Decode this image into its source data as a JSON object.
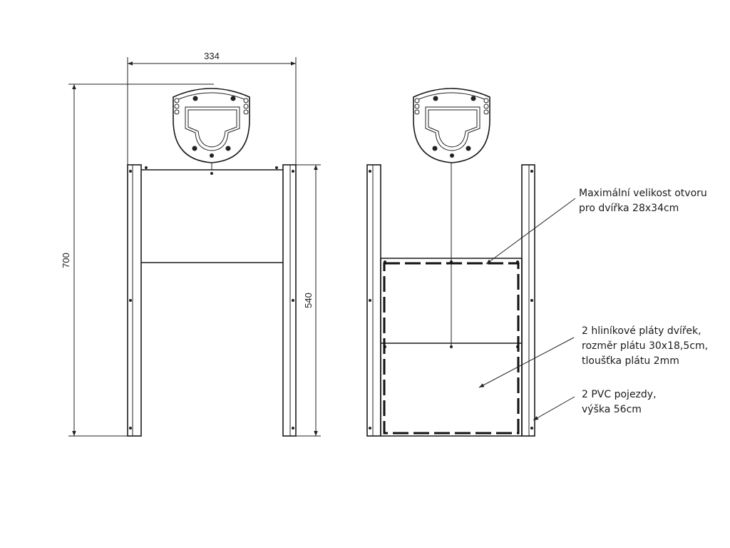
{
  "dimensions": {
    "width": "334",
    "height_total": "700",
    "height_rails": "540"
  },
  "annotations": {
    "opening": [
      "Maximální velikost otvoru",
      "pro dvířka 28x34cm"
    ],
    "plates": [
      "2 hliníkové pláty dvířek,",
      "rozměr plátu 30x18,5cm,",
      "tloušťka plátu 2mm"
    ],
    "rails": [
      "2 PVC pojezdy,",
      "výška 56cm"
    ]
  },
  "colors": {
    "line": "#1a1a1a",
    "background": "#ffffff"
  }
}
